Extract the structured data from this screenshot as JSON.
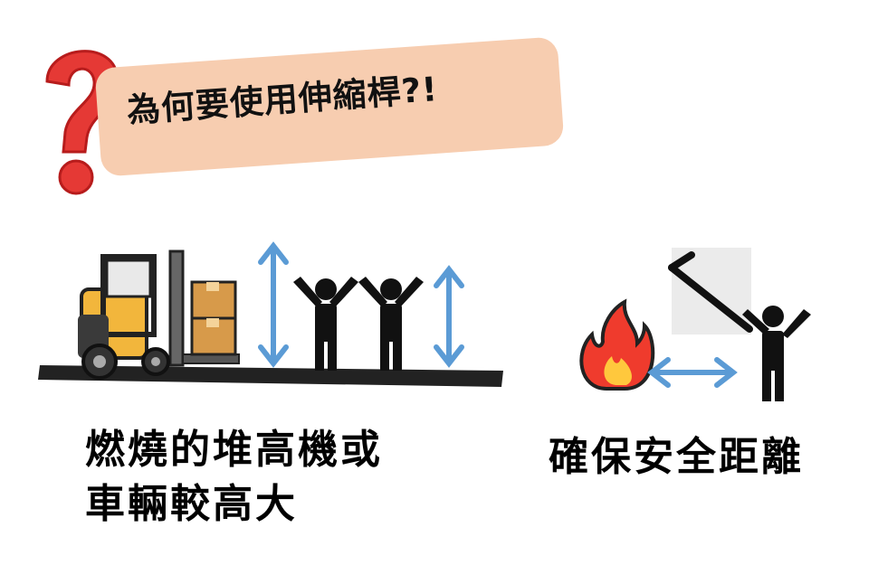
{
  "banner": {
    "title": "為何要使用伸縮桿?!"
  },
  "left_panel": {
    "caption_line1": "燃燒的堆高機或",
    "caption_line2": "車輛較高大"
  },
  "right_panel": {
    "caption": "確保安全距離"
  },
  "colors": {
    "banner_bg": "#f7cdb0",
    "question_mark": "#e53935",
    "arrow": "#5b9bd5",
    "forklift_body": "#f2b63c",
    "box": "#d79a4a",
    "ground": "#222222",
    "flame_outer": "#ef3b2d",
    "flame_inner": "#ffc83d"
  },
  "icons": [
    "question-mark-icon",
    "forklift-icon",
    "person-arms-up-icon",
    "double-arrow-icon",
    "fire-icon",
    "telescopic-pole-icon"
  ]
}
